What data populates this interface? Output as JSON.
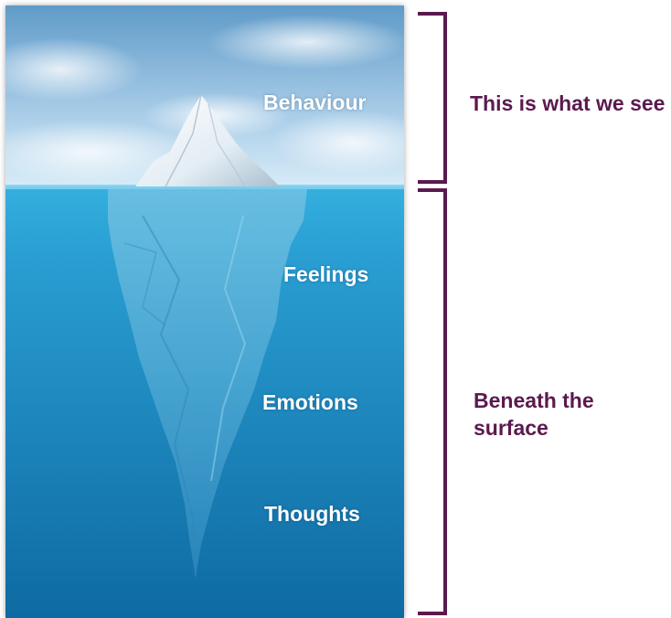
{
  "layer_labels": {
    "behaviour": "Behaviour",
    "feelings": "Feelings",
    "emotions": "Emotions",
    "thoughts": "Thoughts"
  },
  "side_text": {
    "visible": "This is what we see",
    "hidden": "Beneath the surface"
  },
  "colors": {
    "bracket": "#5b1a4f",
    "side_text": "#5b1a4f",
    "label": "#ffffff",
    "sky_top": "#6fa6cf",
    "sky_bottom": "#cfe6f5",
    "water_top": "#2ea7d8",
    "water_bottom": "#0f6fa6"
  }
}
